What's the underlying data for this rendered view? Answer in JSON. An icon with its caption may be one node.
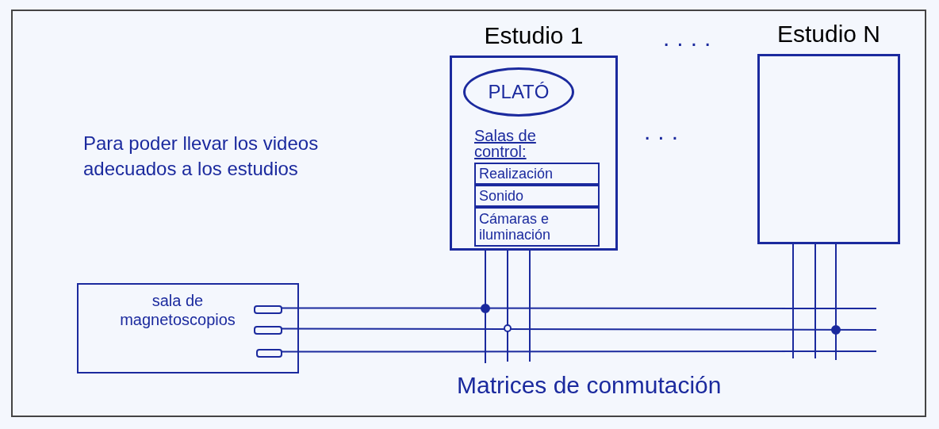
{
  "diagram": {
    "nodes": [
      {
        "text": [
          "Estudio 1",
          "Salas de control:"
        ]
      },
      {
        "text": [
          "PLATÓ"
        ],
        "in": 0
      },
      {
        "text": [
          "Realización"
        ],
        "in": 0
      },
      {
        "text": [
          "Sonido"
        ],
        "in": 0
      },
      {
        "text": [
          "Cámaras e iluminación"
        ],
        "in": 0
      },
      {
        "text": [
          "Estudio N"
        ]
      },
      {
        "text": [
          "sala de magnetoscopios"
        ]
      },
      {
        "text": [],
        "shape": "box",
        "in": 6
      },
      {
        "text": [],
        "shape": "box",
        "in": 6
      },
      {
        "text": [],
        "shape": "box",
        "in": 6
      }
    ],
    "edges": [
      {
        "from": 7,
        "to": null,
        "arrow": "none"
      },
      {
        "from": 8,
        "to": null,
        "arrow": "none"
      },
      {
        "from": 9,
        "to": null,
        "arrow": "none"
      },
      {
        "from": 0,
        "to": null,
        "arrow": "none"
      },
      {
        "from": 0,
        "to": null,
        "arrow": "none"
      },
      {
        "from": 0,
        "to": null,
        "arrow": "none"
      },
      {
        "from": 5,
        "to": null,
        "arrow": "none"
      },
      {
        "from": 5,
        "to": null,
        "arrow": "none"
      },
      {
        "from": 5,
        "to": null,
        "arrow": "none"
      }
    ],
    "labels": [
      "....",
      "Para poder llevar los videos adecuados a los estudios",
      "...",
      "Matrices de conmutación"
    ]
  }
}
